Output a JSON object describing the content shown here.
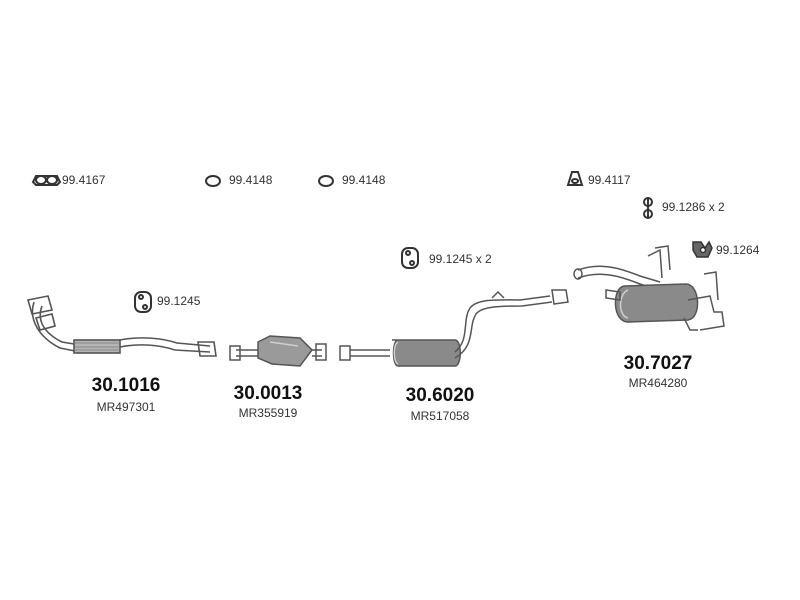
{
  "hardware": [
    {
      "code": "99.4167",
      "icon": "twin-ring-gasket-icon"
    },
    {
      "code": "99.4148",
      "icon": "ring-gasket-icon"
    },
    {
      "code": "99.4148",
      "icon": "ring-gasket-icon"
    },
    {
      "code": "99.4117",
      "icon": "cone-ring-icon"
    },
    {
      "code": "99.1286 x 2",
      "icon": "clamp-bolt-icon"
    },
    {
      "code": "99.1264",
      "icon": "rubber-mount-icon"
    },
    {
      "code": "99.1245 x 2",
      "icon": "rubber-hanger-icon"
    },
    {
      "code": "99.1245",
      "icon": "rubber-hanger-icon"
    }
  ],
  "parts": [
    {
      "code": "30.1016",
      "oem": "MR497301",
      "kind": "front-pipe"
    },
    {
      "code": "30.0013",
      "oem": "MR355919",
      "kind": "catalytic-converter"
    },
    {
      "code": "30.6020",
      "oem": "MR517058",
      "kind": "center-silencer"
    },
    {
      "code": "30.7027",
      "oem": "MR464280",
      "kind": "rear-silencer"
    }
  ],
  "colors": {
    "line": "#555555",
    "shade": "#8a8a8a",
    "text": "#222222"
  }
}
